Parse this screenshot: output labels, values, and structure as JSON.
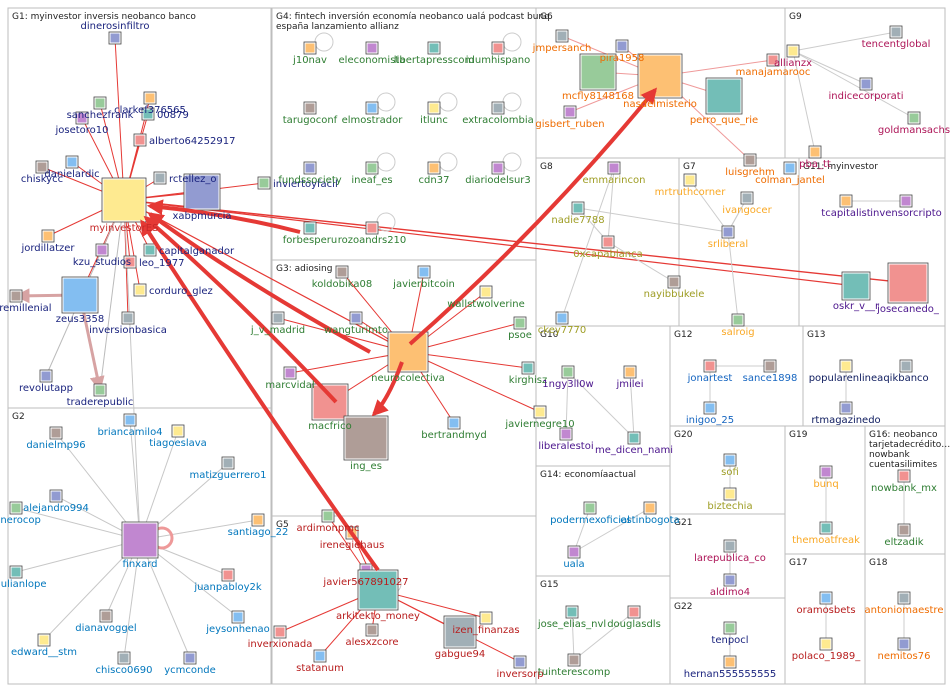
{
  "groups": [
    {
      "id": "G1",
      "label": "G1: myinvestor inversis neobanco banco"
    },
    {
      "id": "G2",
      "label": "G2"
    },
    {
      "id": "G3",
      "label": "G3: adiosing"
    },
    {
      "id": "G4",
      "label": "G4: fintech inversión economía neobanco ualá podcast bunq",
      "label2": "españa lanzamiento allianz"
    },
    {
      "id": "G5",
      "label": "G5"
    },
    {
      "id": "G6",
      "label": "G6"
    },
    {
      "id": "G7",
      "label": "G7"
    },
    {
      "id": "G8",
      "label": "G8"
    },
    {
      "id": "G9",
      "label": "G9"
    },
    {
      "id": "G10",
      "label": "G10"
    },
    {
      "id": "G11",
      "label": "G11: myinvestor"
    },
    {
      "id": "G12",
      "label": "G12"
    },
    {
      "id": "G13",
      "label": "G13"
    },
    {
      "id": "G14",
      "label": "G14: economíaactual"
    },
    {
      "id": "G15",
      "label": "G15"
    },
    {
      "id": "G16",
      "label": "G16: neobanco",
      "label2": "tarjetadecrédito…",
      "label3": "nowbank",
      "label4": "cuentasilimites"
    },
    {
      "id": "G17",
      "label": "G17"
    },
    {
      "id": "G18",
      "label": "G18"
    },
    {
      "id": "G19",
      "label": "G19"
    },
    {
      "id": "G20",
      "label": "G20"
    },
    {
      "id": "G21",
      "label": "G21"
    },
    {
      "id": "G22",
      "label": "G22"
    }
  ],
  "nodes": [
    {
      "name": "dinerosinfiltro",
      "color": "#1a237e"
    },
    {
      "name": "sanchezfrank",
      "color": "#1a237e"
    },
    {
      "name": "clarkef376565",
      "color": "#1a237e"
    },
    {
      "name": "josetoro10",
      "color": "#1a237e"
    },
    {
      "name": "00879",
      "color": "#1a237e"
    },
    {
      "name": "alberto64252917",
      "color": "#1a237e"
    },
    {
      "name": "chiskycc",
      "color": "#1a237e"
    },
    {
      "name": "danielardic",
      "color": "#1a237e"
    },
    {
      "name": "myinvestorES",
      "color": "#c62828"
    },
    {
      "name": "rctellez_o",
      "color": "#1a237e"
    },
    {
      "name": "xabpmurcia",
      "color": "#1a237e"
    },
    {
      "name": "inviertoyfacil",
      "color": "#1a237e"
    },
    {
      "name": "jordillatzer",
      "color": "#1a237e"
    },
    {
      "name": "kzu_studios",
      "color": "#1a237e"
    },
    {
      "name": "capitalganador",
      "color": "#1a237e"
    },
    {
      "name": "leo_1977",
      "color": "#1a237e"
    },
    {
      "name": "pobremillenial",
      "color": "#1a237e"
    },
    {
      "name": "zeus3358",
      "color": "#1a237e"
    },
    {
      "name": "corduro_glez",
      "color": "#1a237e"
    },
    {
      "name": "inversionbasica",
      "color": "#1a237e"
    },
    {
      "name": "revolutapp",
      "color": "#1a237e"
    },
    {
      "name": "traderepublic",
      "color": "#1a237e"
    },
    {
      "name": "j10nav",
      "color": "#2e7d32"
    },
    {
      "name": "eleconomista",
      "color": "#2e7d32"
    },
    {
      "name": "libertapresscom",
      "color": "#2e7d32"
    },
    {
      "name": "idumhispano",
      "color": "#2e7d32"
    },
    {
      "name": "tarugoconf",
      "color": "#2e7d32"
    },
    {
      "name": "elmostrador",
      "color": "#2e7d32"
    },
    {
      "name": "itlunc",
      "color": "#2e7d32"
    },
    {
      "name": "extracolombia",
      "color": "#2e7d32"
    },
    {
      "name": "fundssociety",
      "color": "#2e7d32"
    },
    {
      "name": "ineaf_es",
      "color": "#2e7d32"
    },
    {
      "name": "cdn37",
      "color": "#2e7d32"
    },
    {
      "name": "diariodelsur3",
      "color": "#2e7d32"
    },
    {
      "name": "forbesperu",
      "color": "#2e7d32"
    },
    {
      "name": "rozoandrs210",
      "color": "#2e7d32"
    },
    {
      "name": "koldobika08",
      "color": "#2e7d32"
    },
    {
      "name": "javierbitcoin",
      "color": "#2e7d32"
    },
    {
      "name": "wallstwolverine",
      "color": "#2e7d32"
    },
    {
      "name": "j_v_madrid",
      "color": "#2e7d32"
    },
    {
      "name": "wangturimto",
      "color": "#2e7d32"
    },
    {
      "name": "psoe",
      "color": "#2e7d32"
    },
    {
      "name": "neurocolectiva",
      "color": "#2e7d32"
    },
    {
      "name": "marcvidal",
      "color": "#2e7d32"
    },
    {
      "name": "kirghisz",
      "color": "#2e7d32"
    },
    {
      "name": "macfrico",
      "color": "#2e7d32"
    },
    {
      "name": "ing_es",
      "color": "#2e7d32"
    },
    {
      "name": "bertrandmyd",
      "color": "#2e7d32"
    },
    {
      "name": "javiernegre10",
      "color": "#2e7d32"
    },
    {
      "name": "jmpersanch",
      "color": "#ef6c00"
    },
    {
      "name": "pira1958",
      "color": "#ef6c00"
    },
    {
      "name": "mcfly8148168",
      "color": "#ef6c00"
    },
    {
      "name": "nasdelmisterio",
      "color": "#ef6c00"
    },
    {
      "name": "gisbert_ruben",
      "color": "#ef6c00"
    },
    {
      "name": "perro_que_rie",
      "color": "#ef6c00"
    },
    {
      "name": "manajamarooc",
      "color": "#ef6c00"
    },
    {
      "name": "luisgrehm",
      "color": "#ef6c00"
    },
    {
      "name": "colman_jantel",
      "color": "#ef6c00"
    },
    {
      "name": "allianzx",
      "color": "#ad1457"
    },
    {
      "name": "tencentglobal",
      "color": "#ad1457"
    },
    {
      "name": "indicecorporati",
      "color": "#ad1457"
    },
    {
      "name": "goldmansachs",
      "color": "#ad1457"
    },
    {
      "name": "pba_tt",
      "color": "#ad1457"
    },
    {
      "name": "emmarincon",
      "color": "#9e9d24"
    },
    {
      "name": "nadie7788",
      "color": "#9e9d24"
    },
    {
      "name": "0xcapablanca",
      "color": "#9e9d24"
    },
    {
      "name": "nayibbukele",
      "color": "#9e9d24"
    },
    {
      "name": "ckey7770",
      "color": "#9e9d24"
    },
    {
      "name": "mrtruthcorner",
      "color": "#f9a825"
    },
    {
      "name": "ivangocer",
      "color": "#f9a825"
    },
    {
      "name": "srliberal",
      "color": "#f9a825"
    },
    {
      "name": "salroig",
      "color": "#f9a825"
    },
    {
      "name": "tcapitalist",
      "color": "#4a148c"
    },
    {
      "name": "invensorcripto",
      "color": "#4a148c"
    },
    {
      "name": "oskr_v__r",
      "color": "#4a148c"
    },
    {
      "name": "josecanedo_",
      "color": "#4a148c"
    },
    {
      "name": "danielmp96",
      "color": "#0277bd"
    },
    {
      "name": "briancamilo4",
      "color": "#0277bd"
    },
    {
      "name": "tiagoeslava",
      "color": "#0277bd"
    },
    {
      "name": "matizguerrero1",
      "color": "#0277bd"
    },
    {
      "name": "alejandro994",
      "color": "#0277bd"
    },
    {
      "name": "dinerocop",
      "color": "#0277bd"
    },
    {
      "name": "santiago_22",
      "color": "#0277bd"
    },
    {
      "name": "finxard",
      "color": "#0277bd"
    },
    {
      "name": "anjulianlope",
      "color": "#0277bd"
    },
    {
      "name": "juanpabloy2k",
      "color": "#0277bd"
    },
    {
      "name": "dianavoggel",
      "color": "#0277bd"
    },
    {
      "name": "jeysonhenao",
      "color": "#0277bd"
    },
    {
      "name": "edward__stm",
      "color": "#0277bd"
    },
    {
      "name": "chisco0690",
      "color": "#0277bd"
    },
    {
      "name": "ycmconde",
      "color": "#0277bd"
    },
    {
      "name": "ardimonpmc",
      "color": "#b71c1c"
    },
    {
      "name": "irenegiehaus",
      "color": "#b71c1c"
    },
    {
      "name": "javier567891027",
      "color": "#b71c1c"
    },
    {
      "name": "arkitekto_money",
      "color": "#b71c1c"
    },
    {
      "name": "inverxionada",
      "color": "#b71c1c"
    },
    {
      "name": "alesxzcore",
      "color": "#b71c1c"
    },
    {
      "name": "statanum",
      "color": "#b71c1c"
    },
    {
      "name": "izen_finanzas",
      "color": "#b71c1c"
    },
    {
      "name": "gabgue94",
      "color": "#b71c1c"
    },
    {
      "name": "inversorp",
      "color": "#b71c1c"
    },
    {
      "name": "1ngy3ll0w",
      "color": "#4a148c"
    },
    {
      "name": "jmilei",
      "color": "#4a148c"
    },
    {
      "name": "liberalestoi",
      "color": "#4a148c"
    },
    {
      "name": "me_dicen_nami",
      "color": "#4a148c"
    },
    {
      "name": "jonartest",
      "color": "#1565c0"
    },
    {
      "name": "sance1898",
      "color": "#1565c0"
    },
    {
      "name": "inigoo_25",
      "color": "#1565c0"
    },
    {
      "name": "popularenlinea",
      "color": "#0d1b5e"
    },
    {
      "name": "qikbanco",
      "color": "#0d1b5e"
    },
    {
      "name": "rtmagazinedo",
      "color": "#0d1b5e"
    },
    {
      "name": "podermexoficial",
      "color": "#0277bd"
    },
    {
      "name": "estinbogota",
      "color": "#0277bd"
    },
    {
      "name": "uala",
      "color": "#0277bd"
    },
    {
      "name": "jose_elias_nvl",
      "color": "#2e7d32"
    },
    {
      "name": "douglasdls",
      "color": "#2e7d32"
    },
    {
      "name": "tuinterescomp",
      "color": "#2e7d32"
    },
    {
      "name": "sofi",
      "color": "#9e9d24"
    },
    {
      "name": "biztechia",
      "color": "#9e9d24"
    },
    {
      "name": "larepublica_co",
      "color": "#ad1457"
    },
    {
      "name": "aldimo4",
      "color": "#ad1457"
    },
    {
      "name": "tenpocl",
      "color": "#1a237e"
    },
    {
      "name": "hernan555555555",
      "color": "#1a237e"
    },
    {
      "name": "bunq",
      "color": "#f9a825"
    },
    {
      "name": "themoatfreak",
      "color": "#f9a825"
    },
    {
      "name": "nowbank_mx",
      "color": "#2e7d32"
    },
    {
      "name": "eltzadik",
      "color": "#2e7d32"
    },
    {
      "name": "oramosbets",
      "color": "#b71c1c"
    },
    {
      "name": "polaco_1989_",
      "color": "#b71c1c"
    },
    {
      "name": "antoniomaestre",
      "color": "#ef6c00"
    },
    {
      "name": "nemitos76",
      "color": "#ef6c00"
    }
  ]
}
